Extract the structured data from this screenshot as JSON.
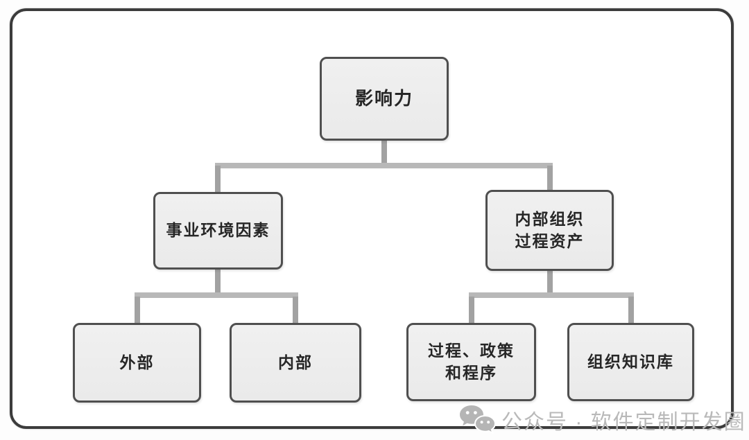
{
  "diagram": {
    "nodes": {
      "root": {
        "label": "影响力"
      },
      "eef": {
        "label": "事业环境因素"
      },
      "opa": {
        "label": "内部组织\n过程资产"
      },
      "external": {
        "label": "外部"
      },
      "internal": {
        "label": "内部"
      },
      "ppp": {
        "label": "过程、政策\n和程序"
      },
      "okb": {
        "label": "组织知识库"
      }
    },
    "edges": [
      [
        "root",
        "eef"
      ],
      [
        "root",
        "opa"
      ],
      [
        "eef",
        "external"
      ],
      [
        "eef",
        "internal"
      ],
      [
        "opa",
        "ppp"
      ],
      [
        "opa",
        "okb"
      ]
    ],
    "colors": {
      "box_fill": "#ededed",
      "box_border": "#4f4f4f",
      "frame_border": "#3c3c3c",
      "connector_vertical": "#a2a2a2",
      "connector_horizontal": "#b8b8b8",
      "text": "#262626",
      "watermark": "#b9b9b9"
    }
  },
  "watermark": {
    "icon": "wechat-icon",
    "text": "公众号 · 软件定制开发圈"
  }
}
